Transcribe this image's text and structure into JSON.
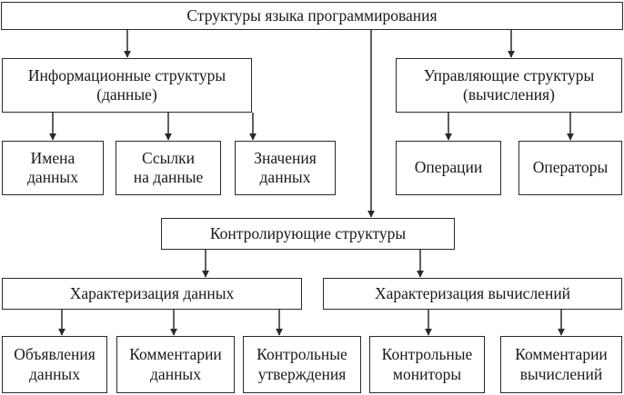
{
  "diagram": {
    "root": "Структуры языка программирования",
    "info": {
      "title": "Информационные структуры\n(данные)",
      "children": [
        "Имена\nданных",
        "Ссылки\nна данные",
        "Значения\nданных"
      ]
    },
    "control": {
      "title": "Управляющие структуры\n(вычисления)",
      "children": [
        "Операции",
        "Операторы"
      ]
    },
    "monitoring": {
      "title": "Контролирующие структуры",
      "data_char": {
        "title": "Характеризация данных",
        "children": [
          "Объявления\nданных",
          "Комментарии\nданных",
          "Контрольные\nутверждения"
        ]
      },
      "calc_char": {
        "title": "Характеризация вычислений",
        "children": [
          "Контрольные\nмониторы",
          "Комментарии\nвычислений"
        ]
      }
    }
  }
}
